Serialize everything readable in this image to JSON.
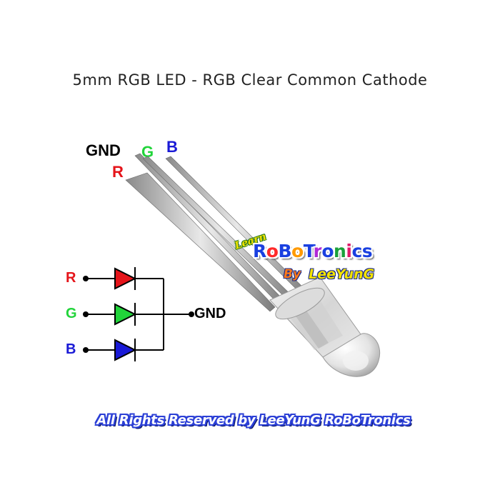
{
  "title": "5mm RGB LED - RGB Clear Common Cathode",
  "pins": {
    "gnd": "GND",
    "g": "G",
    "b": "B",
    "r": "R"
  },
  "schematic": {
    "inputs": [
      "R",
      "G",
      "B"
    ],
    "output": "GND"
  },
  "logo": {
    "learn": "Learn",
    "brand_letters": [
      "R",
      "o",
      "B",
      "o",
      "T",
      "r",
      "o",
      "n",
      "i",
      "c",
      "s"
    ],
    "by": "By",
    "author": "LeeYunG"
  },
  "footer": "All Rights Reserved by LeeYunG RoBoTronics",
  "colors": {
    "red": "#e5141a",
    "green": "#21d43a",
    "blue": "#1a1ad6",
    "black": "#000000",
    "brand": [
      "#1a40e0",
      "#ff2a2a",
      "#1a40e0",
      "#ff9a00",
      "#1a40e0",
      "#b02ad6",
      "#1a40e0",
      "#1aa03a",
      "#e01a6a",
      "#1a40e0",
      "#1a40e0"
    ]
  }
}
